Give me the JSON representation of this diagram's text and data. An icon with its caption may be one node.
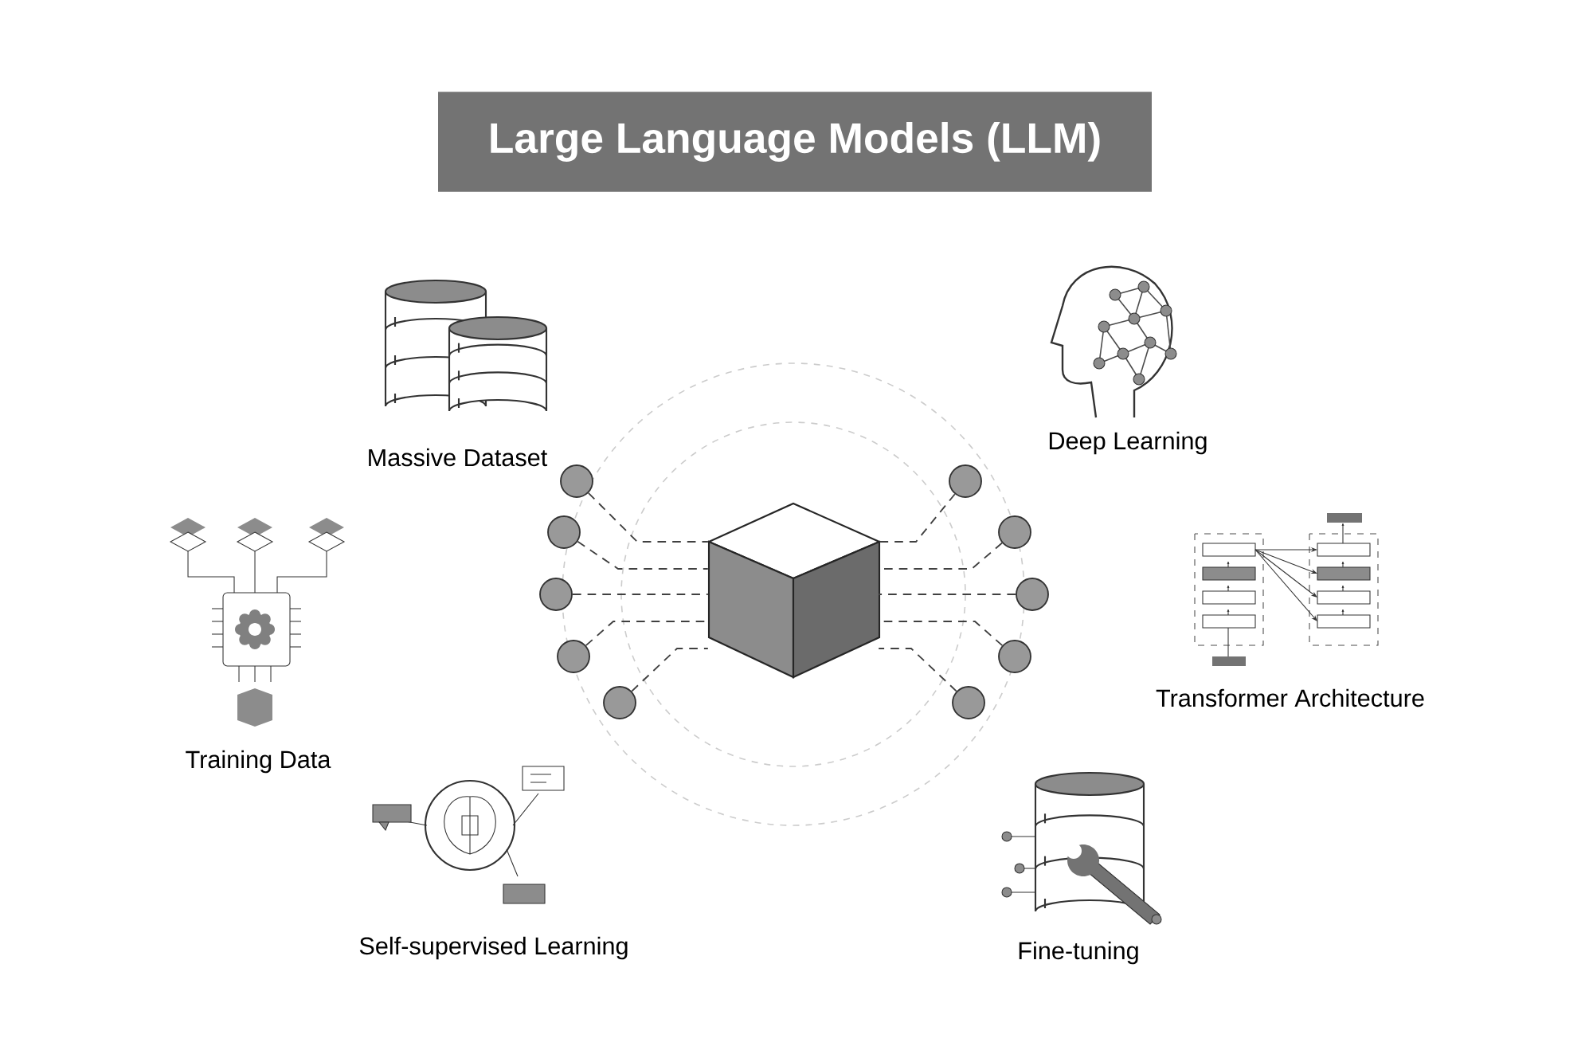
{
  "diagram": {
    "title": "Large Language Models (LLM)",
    "nodes": [
      {
        "text": [],
        "shape": "circle"
      },
      {
        "text": [],
        "shape": "circle"
      },
      {
        "text": [],
        "shape": "circle"
      },
      {
        "text": [],
        "shape": "circle"
      },
      {
        "text": [],
        "shape": "circle"
      },
      {
        "text": [],
        "shape": "circle"
      },
      {
        "text": [],
        "shape": "circle"
      },
      {
        "text": [],
        "shape": "circle"
      },
      {
        "text": [],
        "shape": "circle"
      },
      {
        "text": [],
        "shape": "circle"
      },
      {
        "text": [],
        "shape": "cube"
      }
    ],
    "edges": [
      {
        "from": 0,
        "to": 10,
        "arrow": "none",
        "style": "dashed"
      },
      {
        "from": 1,
        "to": 10,
        "arrow": "none",
        "style": "dashed"
      },
      {
        "from": 2,
        "to": 10,
        "arrow": "none",
        "style": "dashed"
      },
      {
        "from": 3,
        "to": 10,
        "arrow": "none",
        "style": "dashed"
      },
      {
        "from": 4,
        "to": 10,
        "arrow": "none",
        "style": "dashed"
      },
      {
        "from": 5,
        "to": 10,
        "arrow": "none",
        "style": "dashed"
      },
      {
        "from": 6,
        "to": 10,
        "arrow": "none",
        "style": "dashed"
      },
      {
        "from": 7,
        "to": 10,
        "arrow": "none",
        "style": "dashed"
      },
      {
        "from": 8,
        "to": 10,
        "arrow": "none",
        "style": "dashed"
      },
      {
        "from": 9,
        "to": 10,
        "arrow": "none",
        "style": "dashed"
      }
    ],
    "labels": [
      "Deep Learning",
      "Massive Dataset",
      "Transformer Architecture",
      "Training Data",
      "Self-supervised Learning",
      "Fine-tuning"
    ]
  }
}
